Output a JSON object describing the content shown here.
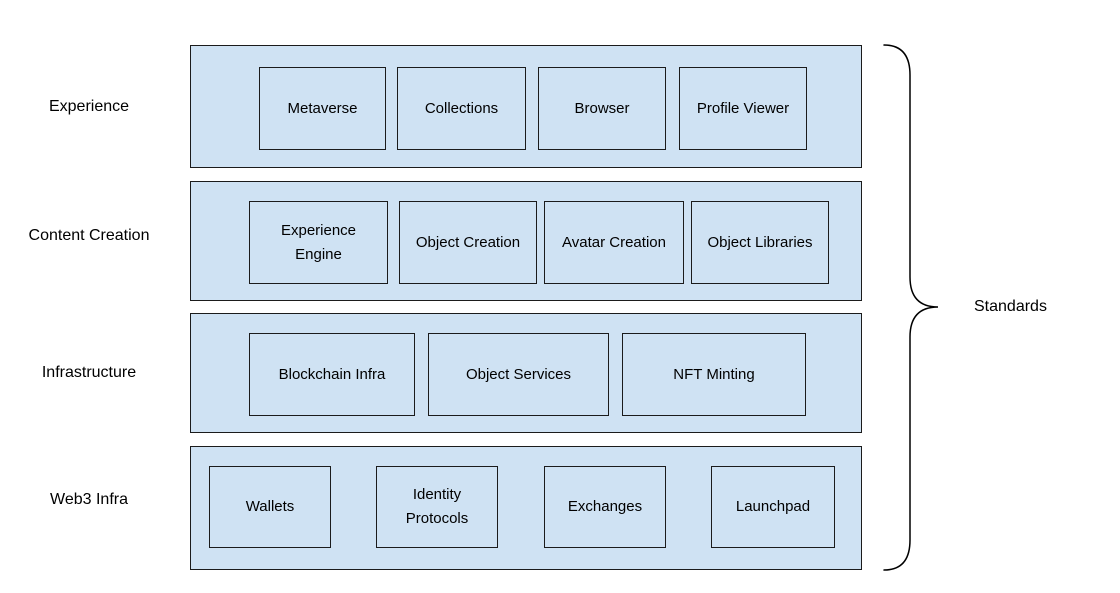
{
  "diagram": {
    "layers": [
      {
        "label": "Experience",
        "boxes": [
          "Metaverse",
          "Collections",
          "Browser",
          "Profile Viewer"
        ]
      },
      {
        "label": "Content Creation",
        "boxes": [
          "Experience Engine",
          "Object Creation",
          "Avatar Creation",
          "Object Libraries"
        ]
      },
      {
        "label": "Infrastructure",
        "boxes": [
          "Blockchain Infra",
          "Object Services",
          "NFT Minting"
        ]
      },
      {
        "label": "Web3 Infra",
        "boxes": [
          "Wallets",
          "Identity Protocols",
          "Exchanges",
          "Launchpad"
        ]
      }
    ],
    "annotation": {
      "brace_label": "Standards"
    },
    "colors": {
      "band_fill": "#cfe2f3",
      "box_fill": "#cfe2f3",
      "border": "#1b1b1b",
      "text": "#000000",
      "brace_stroke": "#000000"
    }
  }
}
